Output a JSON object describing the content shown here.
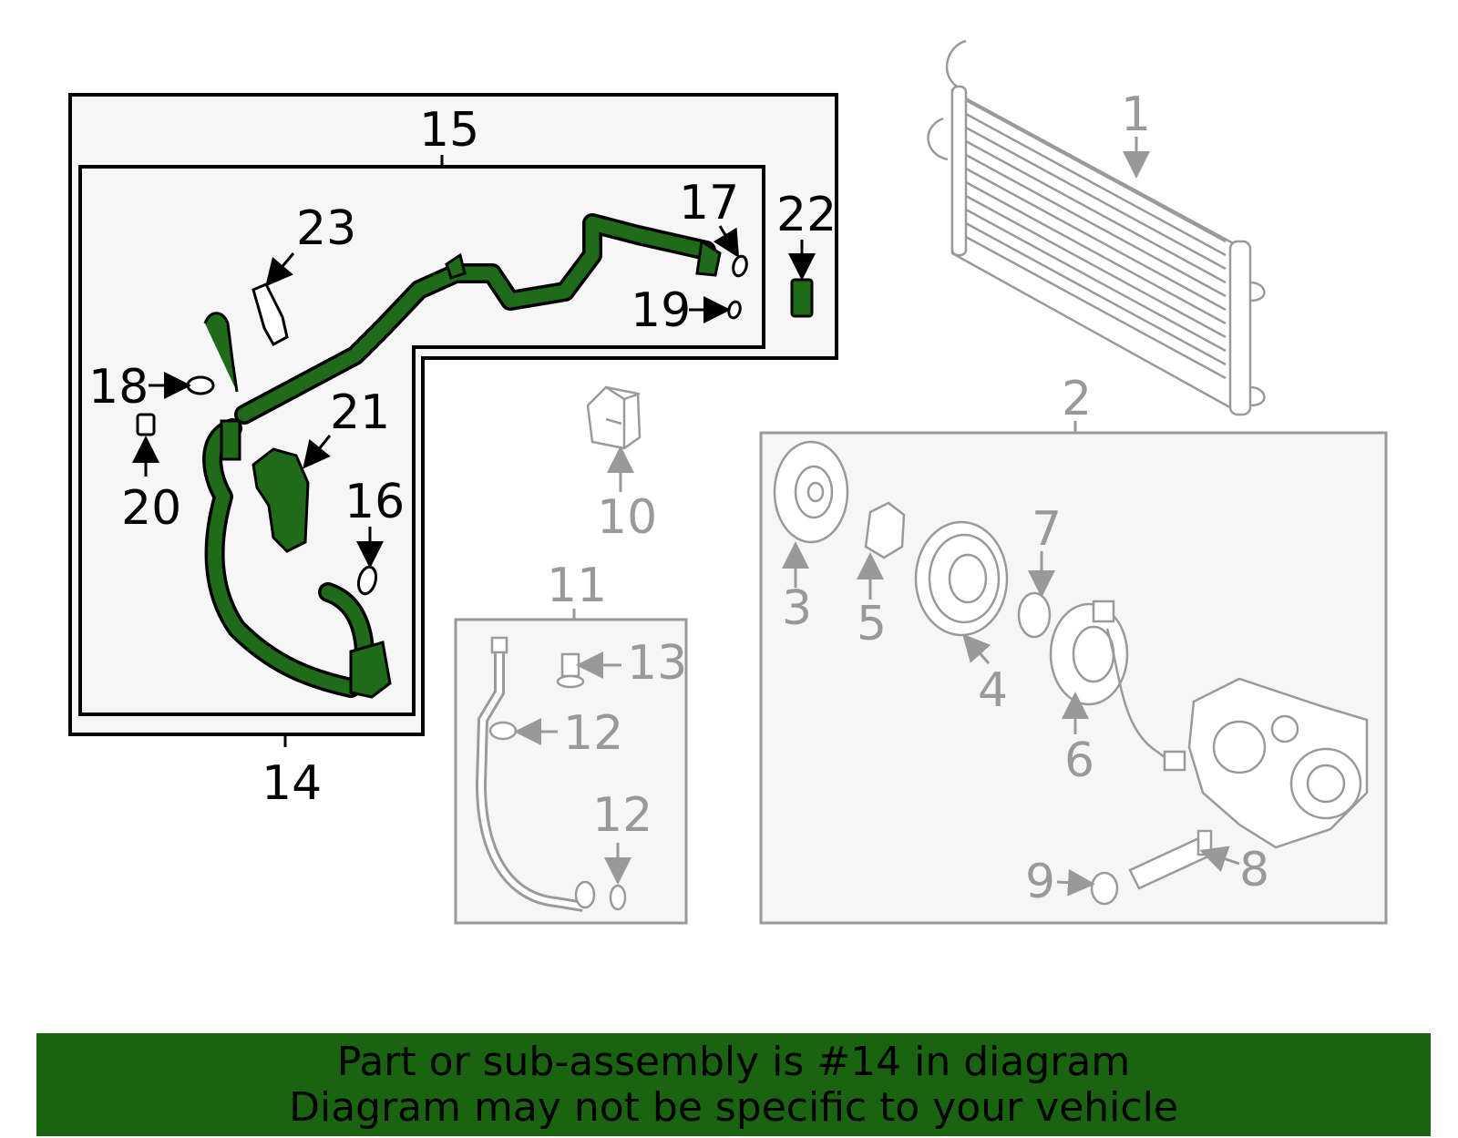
{
  "callouts": {
    "c1": "1",
    "c2": "2",
    "c3": "3",
    "c4": "4",
    "c5": "5",
    "c6": "6",
    "c7": "7",
    "c8": "8",
    "c9": "9",
    "c10": "10",
    "c11": "11",
    "c12a": "12",
    "c12b": "12",
    "c13": "13",
    "c14": "14",
    "c15": "15",
    "c16": "16",
    "c17": "17",
    "c18": "18",
    "c19": "19",
    "c20": "20",
    "c21": "21",
    "c22": "22",
    "c23": "23"
  },
  "highlight_color": "#1f6b1a",
  "banner": {
    "line1": "Part or sub-assembly is #14 in diagram",
    "line2": "Diagram may not be specific to your vehicle",
    "background": "#1a6310"
  }
}
